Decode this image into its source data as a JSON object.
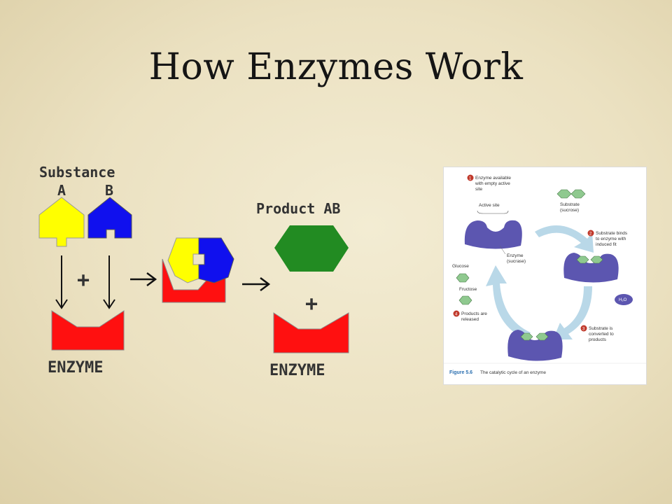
{
  "slide": {
    "title": "How Enzymes Work"
  },
  "left_diagram": {
    "substance_label": "Substance",
    "label_a": "A",
    "label_b": "B",
    "product_label": "Product AB",
    "plus": "+",
    "enzyme_label": "ENZYME",
    "colors": {
      "substance_a": "#ffff00",
      "substance_b": "#1010ee",
      "enzyme": "#ff1010",
      "product": "#228b22"
    }
  },
  "figure": {
    "step1_l1": "Enzyme available",
    "step1_l2": "with empty active",
    "step1_l3": "site",
    "active_site": "Active site",
    "substrate_l1": "Substrate",
    "substrate_l2": "(sucrose)",
    "step2_l1": "Substrate binds",
    "step2_l2": "to enzyme with",
    "step2_l3": "induced fit",
    "enzyme_l1": "Enzyme",
    "enzyme_l2": "(sucrase)",
    "glucose": "Glucose",
    "fructose": "Fructose",
    "h2o": "H₂O",
    "step3_l1": "Substrate is",
    "step3_l2": "converted to",
    "step3_l3": "products",
    "step4_l1": "Products are",
    "step4_l2": "released",
    "n1": "1",
    "n2": "2",
    "n3": "3",
    "n4": "4",
    "caption_bold": "Figure 5.6",
    "caption_text": "The catalytic cycle of an enzyme",
    "colors": {
      "enzyme": "#5c56b0",
      "substrate": "#8fc98f",
      "cycle_arrow": "#b9d8e8",
      "step_number": "#c0392b"
    }
  }
}
